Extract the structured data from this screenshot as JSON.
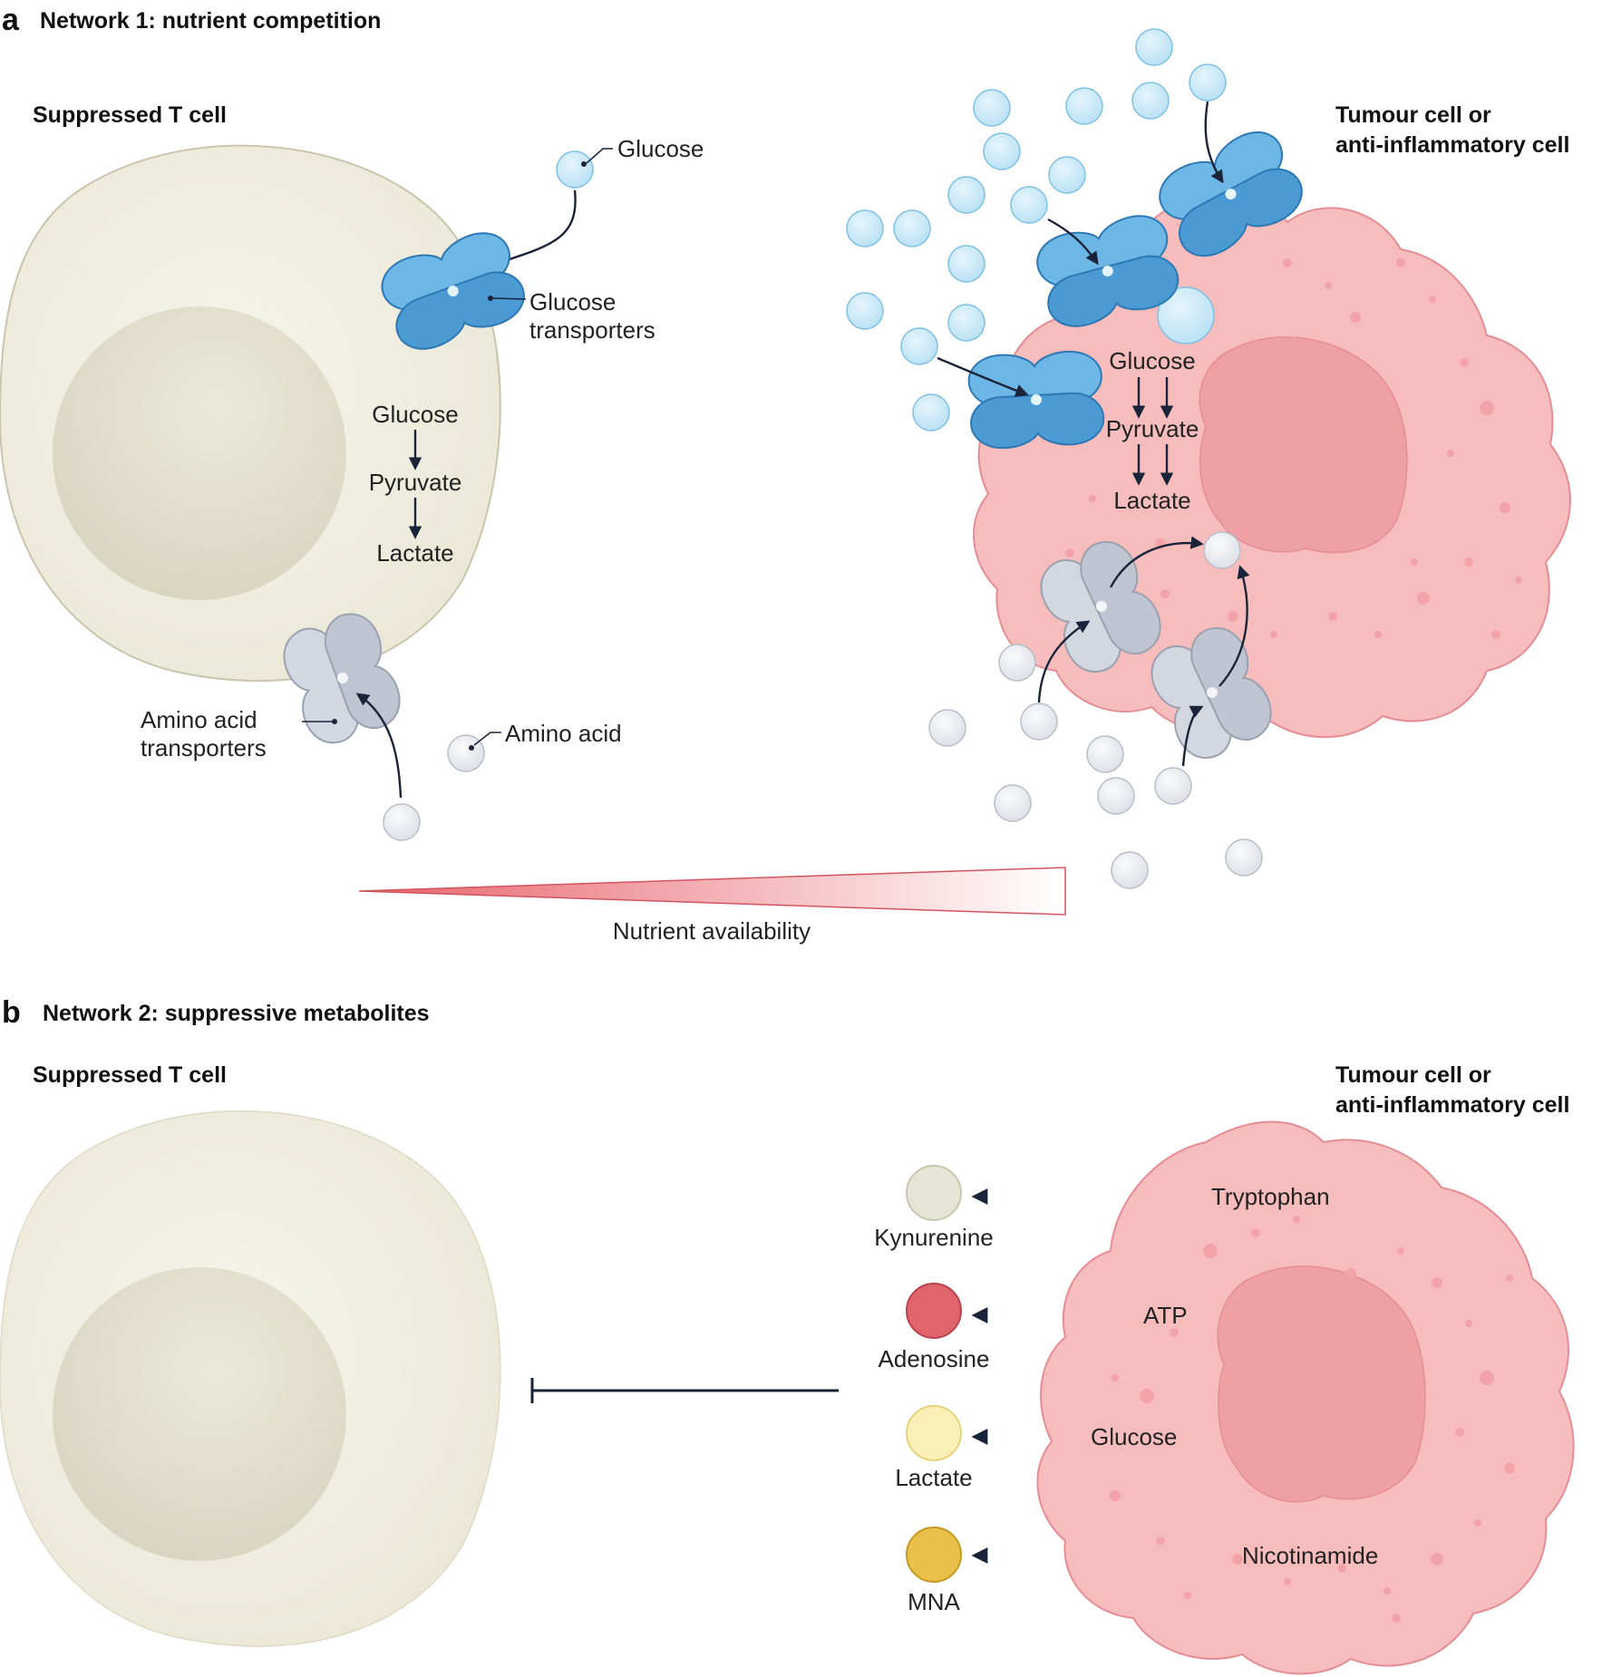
{
  "panel_a": {
    "letter": "a",
    "title": "Network 1: nutrient competition",
    "left_cell_title": "Suppressed T cell",
    "right_cell_title_line1": "Tumour cell or",
    "right_cell_title_line2": "anti-inflammatory cell",
    "glucose_label": "Glucose",
    "glucose_transporters_line1": "Glucose",
    "glucose_transporters_line2": "transporters",
    "pathway_left": [
      "Glucose",
      "Pyruvate",
      "Lactate"
    ],
    "pathway_right": [
      "Glucose",
      "Pyruvate",
      "Lactate"
    ],
    "amino_acid_transporters_line1": "Amino acid",
    "amino_acid_transporters_line2": "transporters",
    "amino_acid_label": "Amino acid",
    "gradient_label": "Nutrient availability"
  },
  "panel_b": {
    "letter": "b",
    "title": "Network 2: suppressive metabolites",
    "left_cell_title": "Suppressed T cell",
    "right_cell_title_line1": "Tumour cell or",
    "right_cell_title_line2": "anti-inflammatory cell",
    "conversions": [
      {
        "source": "Tryptophan",
        "product": "Kynurenine",
        "color": "#e6e4d4"
      },
      {
        "source": "ATP",
        "product": "Adenosine",
        "color": "#e0646c"
      },
      {
        "source": "Glucose",
        "product": "Lactate",
        "color": "#fbefb8"
      },
      {
        "source": "Nicotinamide",
        "product": "MNA",
        "color": "#e9c04a"
      }
    ]
  },
  "colors": {
    "t_cell_membrane": "#f1efe3",
    "t_cell_nucleus": "#e2e0ce",
    "tumour_cell": "#f7bcbc",
    "tumour_nucleus": "#efa0a3",
    "glucose_molecule": "#d2ecf9",
    "glucose_transporter": "#5aaae0",
    "amino_acid_molecule": "#eceef2",
    "amino_acid_transporter": "#c9ced8",
    "gradient_start": "#e8636c",
    "arrow": "#1a2438"
  }
}
